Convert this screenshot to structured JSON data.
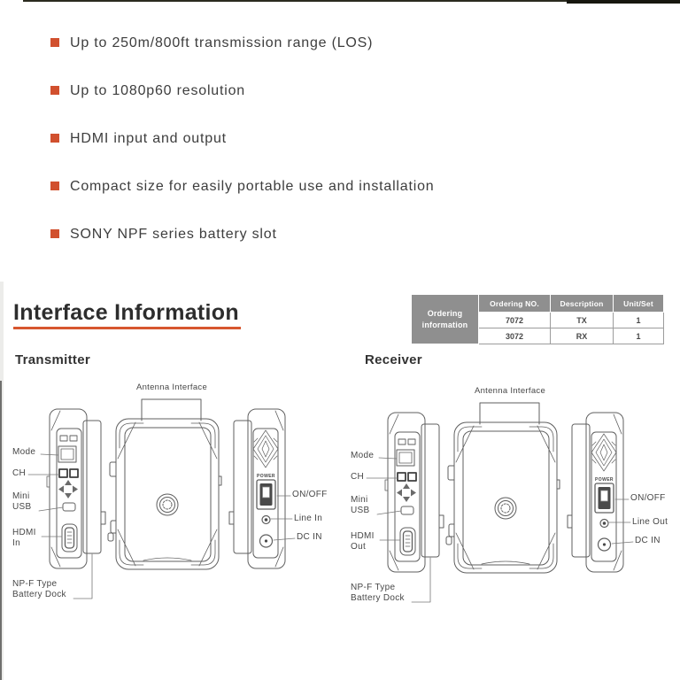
{
  "features": {
    "bullet_color": "#d1502e",
    "items": [
      "Up to 250m/800ft transmission range (LOS)",
      "Up to 1080p60 resolution",
      "HDMI input and output",
      "Compact size for easily portable use and installation",
      "SONY NPF series battery slot"
    ]
  },
  "section": {
    "title": "Interface Information",
    "underline_color": "#d7572f"
  },
  "ordering_table": {
    "row_label": "Ordering\ninformation",
    "columns": [
      "Ordering NO.",
      "Description",
      "Unit/Set"
    ],
    "rows": [
      [
        "7072",
        "TX",
        "1"
      ],
      [
        "3072",
        "RX",
        "1"
      ]
    ],
    "header_bg": "#8f8f8f"
  },
  "transmitter": {
    "title": "Transmitter",
    "labels": {
      "antenna": "Antenna Interface",
      "mode": "Mode",
      "ch": "CH",
      "mini_usb": "Mini\nUSB",
      "hdmi": "HDMI\nIn",
      "battery": "NP-F Type\nBattery Dock",
      "power": "POWER",
      "onoff": "ON/OFF",
      "line": "Line In",
      "dcin": "DC IN"
    }
  },
  "receiver": {
    "title": "Receiver",
    "labels": {
      "antenna": "Antenna Interface",
      "mode": "Mode",
      "ch": "CH",
      "mini_usb": "Mini\nUSB",
      "hdmi": "HDMI\nOut",
      "battery": "NP-F Type\nBattery Dock",
      "power": "POWER",
      "onoff": "ON/OFF",
      "line": "Line Out",
      "dcin": "DC IN"
    }
  }
}
